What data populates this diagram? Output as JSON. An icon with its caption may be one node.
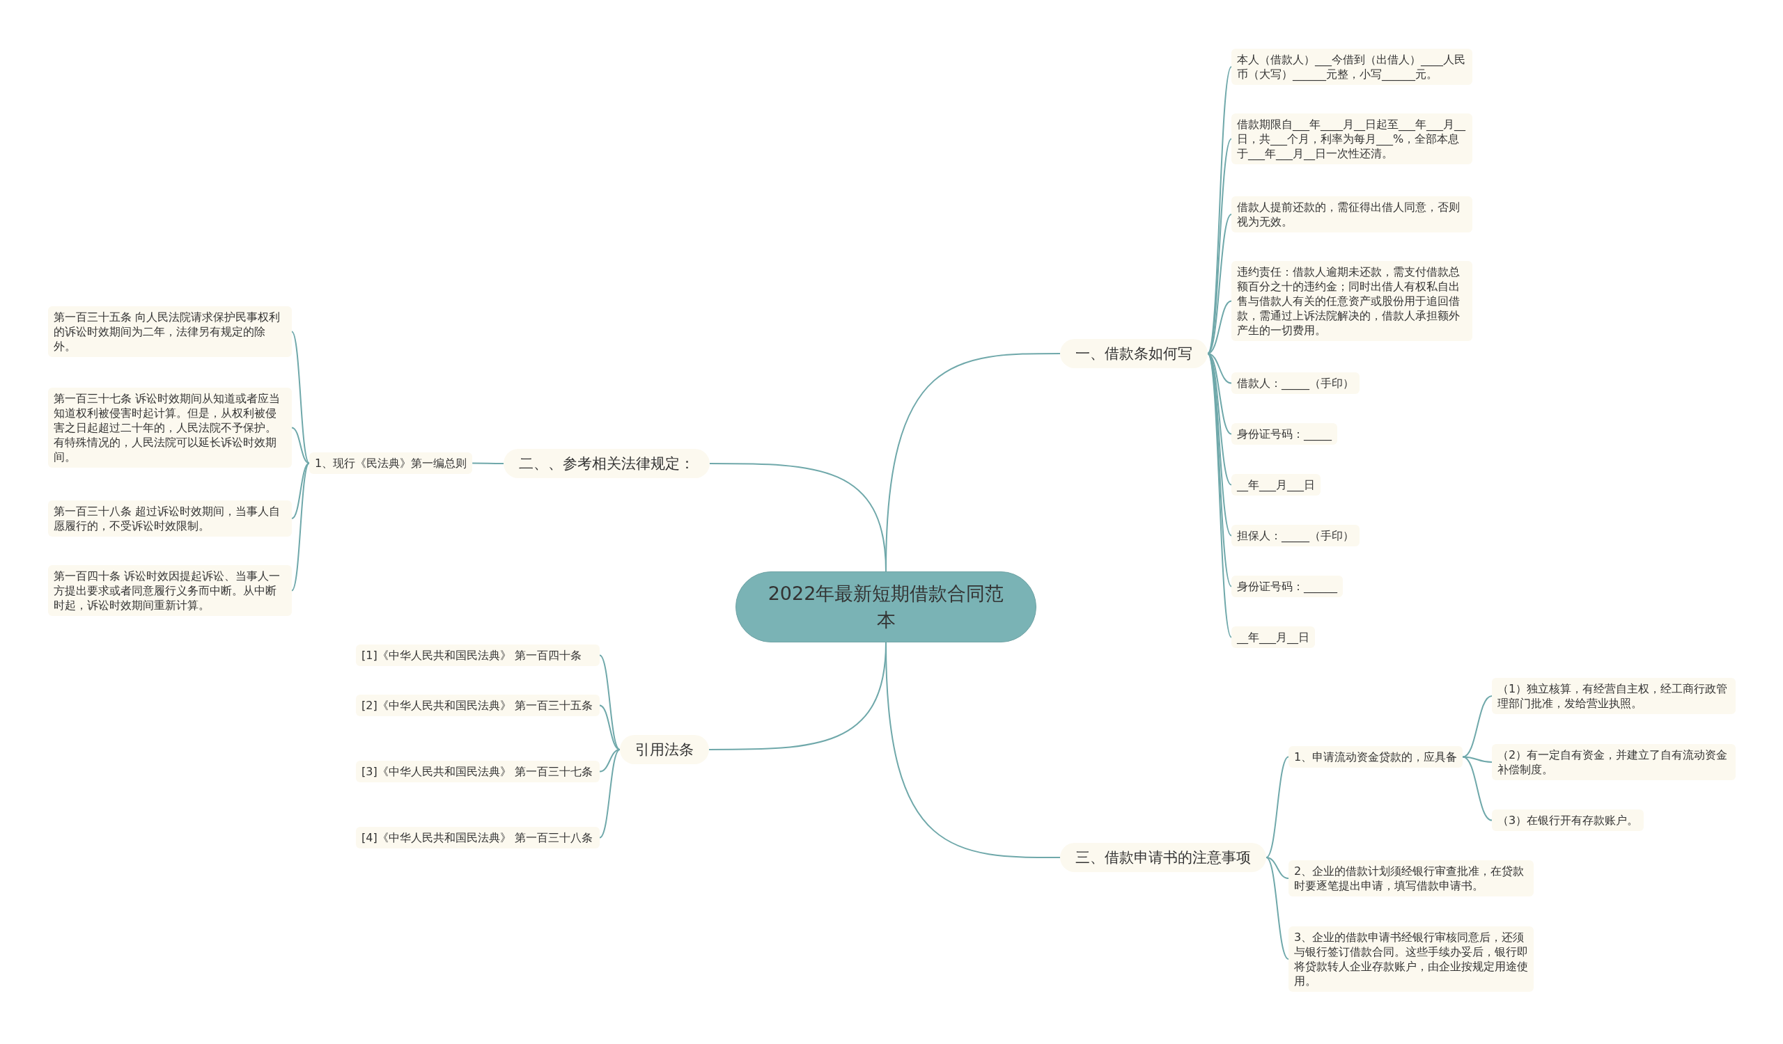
{
  "diagram": {
    "nodes": [
      {
        "text": [
          "2022年最新短期借款合同范本"
        ]
      },
      {
        "text": [
          "一、借款条如何写"
        ]
      },
      {
        "text": [
          "本人（借款人）___今借到（出借人）____人民币（大写）______元整，小写______元。"
        ]
      },
      {
        "text": [
          "借款期限自___年____月__日起至___年___月__日，共___个月，利率为每月___%，全部本息于___年___月__日一次性还清。"
        ]
      },
      {
        "text": [
          "借款人提前还款的，需征得出借人同意，否则视为无效。"
        ]
      },
      {
        "text": [
          "违约责任：借款人逾期未还款，需支付借款总额百分之十的违约金；同时出借人有权私自出售与借款人有关的任意资产或股份用于追回借款，需通过上诉法院解决的，借款人承担额外产生的一切费用。"
        ]
      },
      {
        "text": [
          "借款人：_____（手印）"
        ]
      },
      {
        "text": [
          "身份证号码：_____"
        ]
      },
      {
        "text": [
          "__年___月___日"
        ]
      },
      {
        "text": [
          "担保人：_____（手印）"
        ]
      },
      {
        "text": [
          "身份证号码：______"
        ]
      },
      {
        "text": [
          "__年___月__日"
        ]
      },
      {
        "text": [
          "二、、参考相关法律规定："
        ]
      },
      {
        "text": [
          "1、现行《民法典》第一编总则"
        ]
      },
      {
        "text": [
          "第一百三十五条 向人民法院请求保护民事权利的诉讼时效期间为二年，法律另有规定的除外。"
        ]
      },
      {
        "text": [
          "第一百三十七条 诉讼时效期间从知道或者应当知道权利被侵害时起计算。但是，从权利被侵害之日起超过二十年的，人民法院不予保护。有特殊情况的，人民法院可以延长诉讼时效期间。"
        ]
      },
      {
        "text": [
          "第一百三十八条 超过诉讼时效期间，当事人自愿履行的，不受诉讼时效限制。"
        ]
      },
      {
        "text": [
          "第一百四十条 诉讼时效因提起诉讼、当事人一方提出要求或者同意履行义务而中断。从中断时起，诉讼时效期间重新计算。"
        ]
      },
      {
        "text": [
          "引用法条"
        ]
      },
      {
        "text": [
          "[1]《中华人民共和国民法典》 第一百四十条"
        ]
      },
      {
        "text": [
          "[2]《中华人民共和国民法典》 第一百三十五条"
        ]
      },
      {
        "text": [
          "[3]《中华人民共和国民法典》 第一百三十七条"
        ]
      },
      {
        "text": [
          "[4]《中华人民共和国民法典》 第一百三十八条"
        ]
      },
      {
        "text": [
          "三、借款申请书的注意事项"
        ]
      },
      {
        "text": [
          "1、申请流动资金贷款的，应具备"
        ]
      },
      {
        "text": [
          "（1）独立核算，有经营自主权，经工商行政管理部门批准，发给营业执照。"
        ]
      },
      {
        "text": [
          "（2）有一定自有资金，并建立了自有流动资金补偿制度。"
        ]
      },
      {
        "text": [
          "（3）在银行开有存款账户。"
        ]
      },
      {
        "text": [
          "2、企业的借款计划须经银行审查批准，在贷款时要逐笔提出申请，填写借款申请书。"
        ]
      },
      {
        "text": [
          "3、企业的借款申请书经银行审核同意后，还须与银行签订借款合同。这些手续办妥后，银行即将贷款转人企业存款账户，由企业按规定用途使用。"
        ]
      }
    ],
    "edges": [
      {
        "from": 0,
        "to": 1,
        "arrow": "none"
      },
      {
        "from": 1,
        "to": 2,
        "arrow": "none"
      },
      {
        "from": 1,
        "to": 3,
        "arrow": "none"
      },
      {
        "from": 1,
        "to": 4,
        "arrow": "none"
      },
      {
        "from": 1,
        "to": 5,
        "arrow": "none"
      },
      {
        "from": 1,
        "to": 6,
        "arrow": "none"
      },
      {
        "from": 1,
        "to": 7,
        "arrow": "none"
      },
      {
        "from": 1,
        "to": 8,
        "arrow": "none"
      },
      {
        "from": 1,
        "to": 9,
        "arrow": "none"
      },
      {
        "from": 1,
        "to": 10,
        "arrow": "none"
      },
      {
        "from": 1,
        "to": 11,
        "arrow": "none"
      },
      {
        "from": 0,
        "to": 12,
        "arrow": "none"
      },
      {
        "from": 12,
        "to": 13,
        "arrow": "none"
      },
      {
        "from": 13,
        "to": 14,
        "arrow": "none"
      },
      {
        "from": 13,
        "to": 15,
        "arrow": "none"
      },
      {
        "from": 13,
        "to": 16,
        "arrow": "none"
      },
      {
        "from": 13,
        "to": 17,
        "arrow": "none"
      },
      {
        "from": 0,
        "to": 18,
        "arrow": "none"
      },
      {
        "from": 18,
        "to": 19,
        "arrow": "none"
      },
      {
        "from": 18,
        "to": 20,
        "arrow": "none"
      },
      {
        "from": 18,
        "to": 21,
        "arrow": "none"
      },
      {
        "from": 18,
        "to": 22,
        "arrow": "none"
      },
      {
        "from": 0,
        "to": 23,
        "arrow": "none"
      },
      {
        "from": 23,
        "to": 24,
        "arrow": "none"
      },
      {
        "from": 24,
        "to": 25,
        "arrow": "none"
      },
      {
        "from": 24,
        "to": 26,
        "arrow": "none"
      },
      {
        "from": 24,
        "to": 27,
        "arrow": "none"
      },
      {
        "from": 23,
        "to": 28,
        "arrow": "none"
      },
      {
        "from": 23,
        "to": 29,
        "arrow": "none"
      }
    ]
  }
}
